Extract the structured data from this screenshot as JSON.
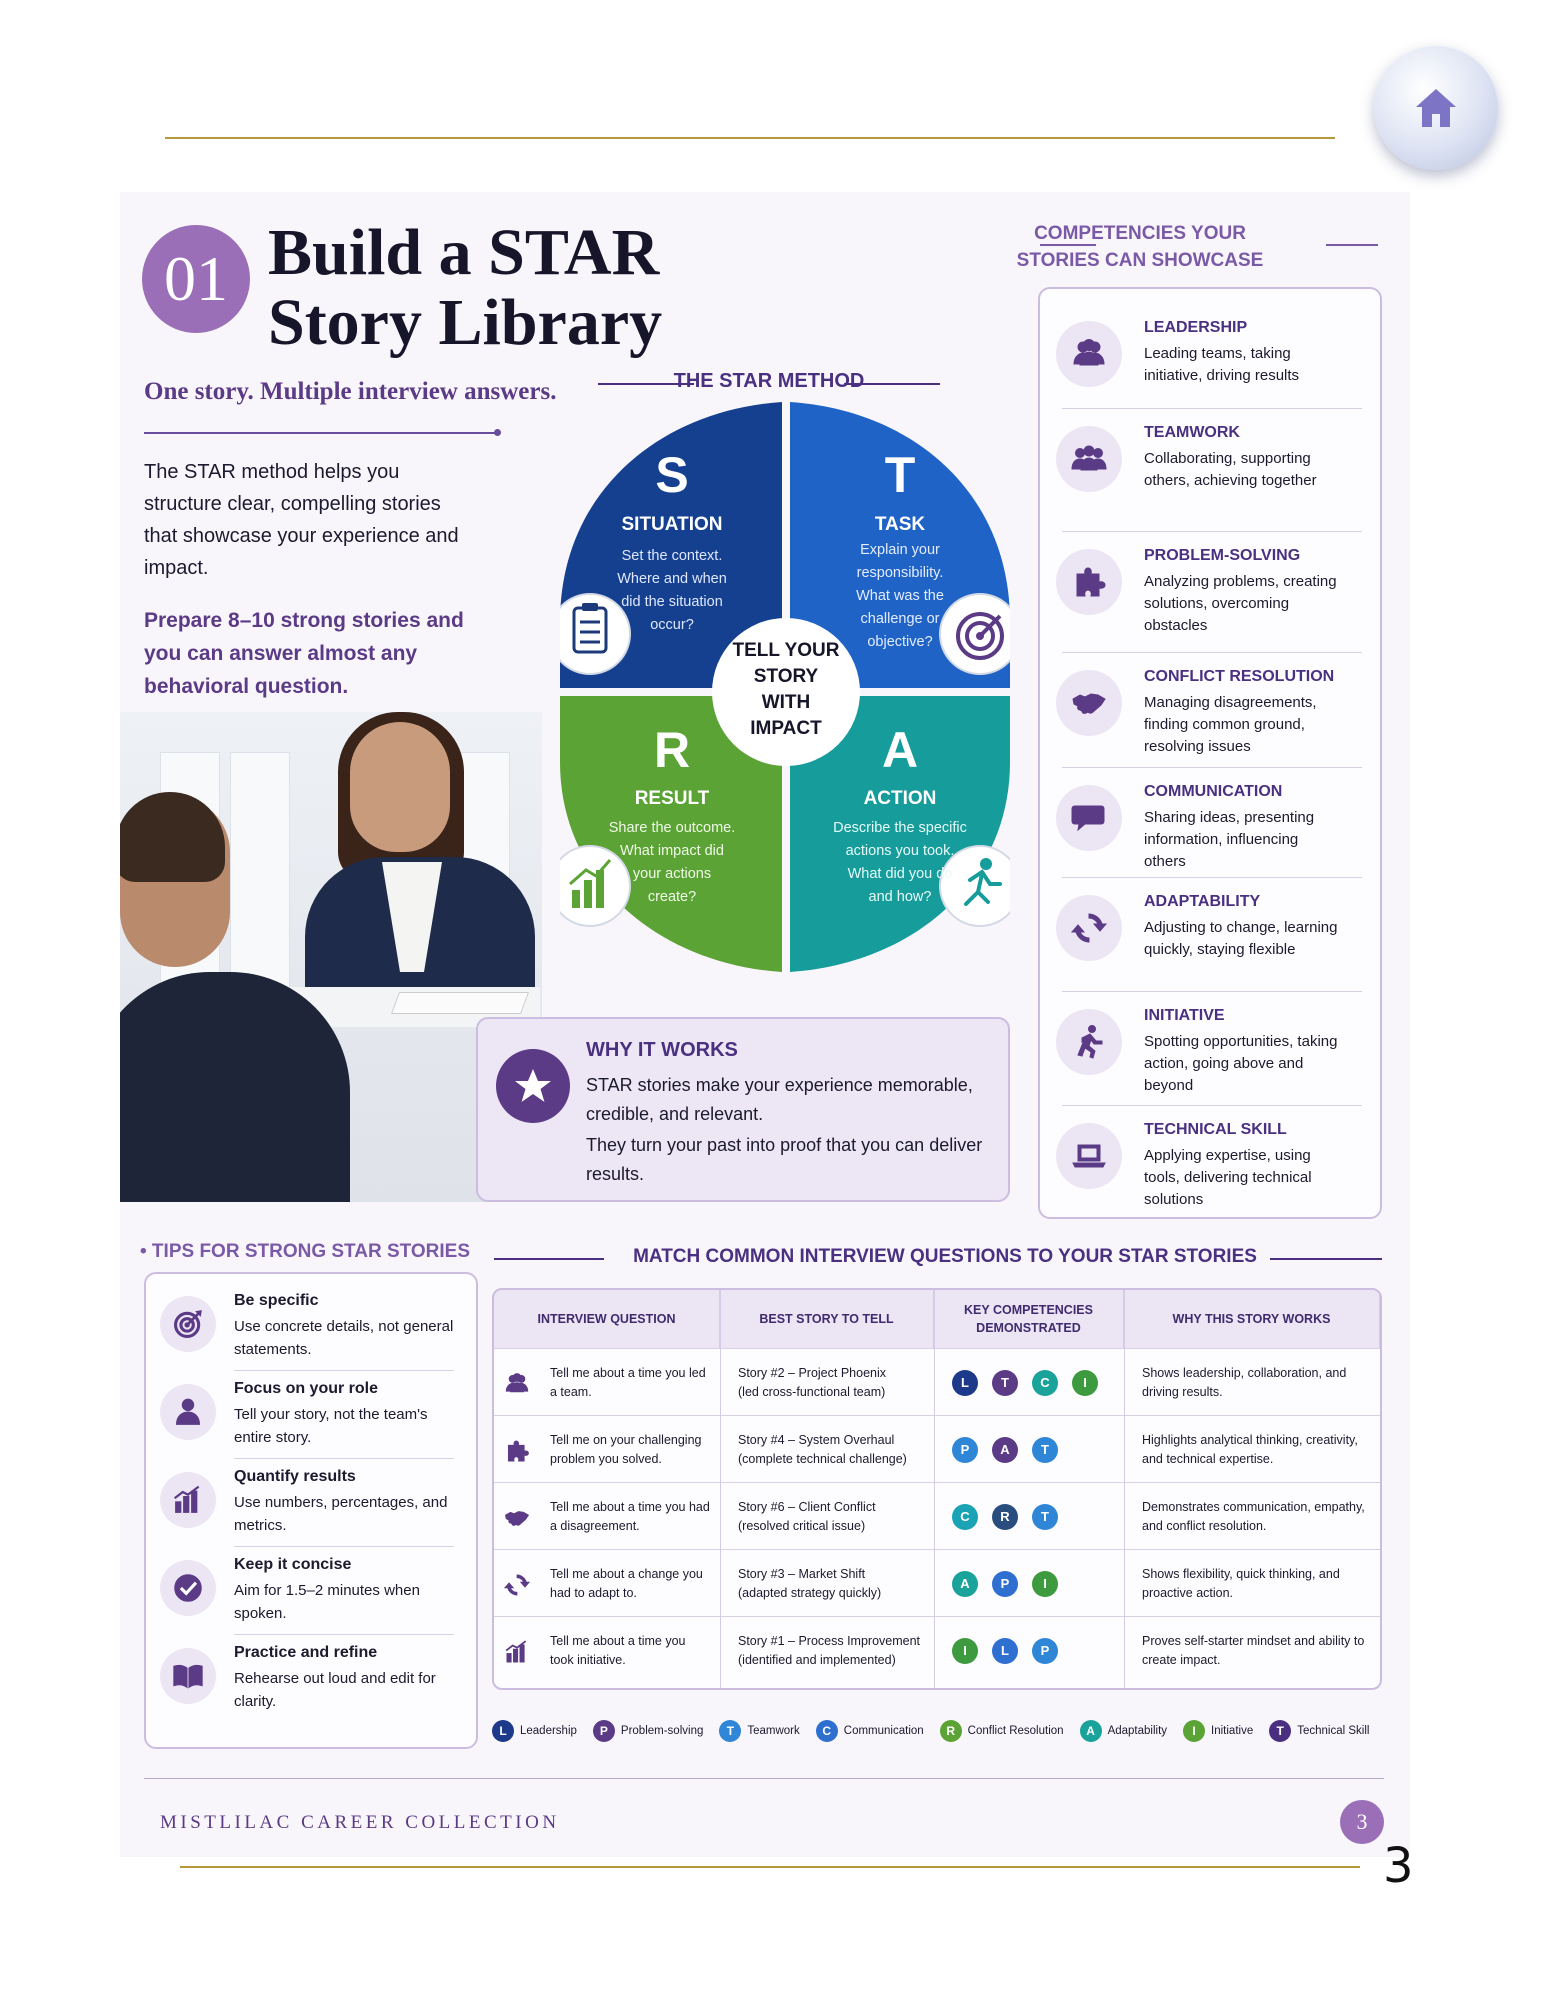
{
  "page": {
    "number_label": "3"
  },
  "header": {
    "number": "01",
    "title_line1": "Build a STAR",
    "title_line2": "Story Library",
    "subtitle": "One story. Multiple interview answers.",
    "intro": "The STAR method helps you structure clear, compelling stories that showcase your experience and impact.",
    "prepare": "Prepare 8–10 strong stories and you can answer almost any behavioral question."
  },
  "star": {
    "label": "THE STAR METHOD",
    "center": [
      "TELL YOUR",
      "STORY",
      "WITH",
      "IMPACT"
    ],
    "quadrants": [
      {
        "letter": "S",
        "name": "SITUATION",
        "lines": [
          "Set the context.",
          "Where and when",
          "did the situation",
          "occur?"
        ],
        "color": "#14408f"
      },
      {
        "letter": "T",
        "name": "TASK",
        "lines": [
          "Explain your",
          "responsibility.",
          "What was the",
          "challenge or",
          "objective?"
        ],
        "color": "#1f63c6"
      },
      {
        "letter": "R",
        "name": "RESULT",
        "lines": [
          "Share the outcome.",
          "What impact did",
          "your actions",
          "create?"
        ],
        "color": "#5aa334"
      },
      {
        "letter": "A",
        "name": "ACTION",
        "lines": [
          "Describe the specific",
          "actions you took.",
          "What did you do",
          "and how?"
        ],
        "color": "#169c9a"
      }
    ]
  },
  "why": {
    "title": "WHY IT WORKS",
    "text1": "STAR stories make your experience memorable, credible, and relevant.",
    "text2": "They turn your past into proof that you can deliver results."
  },
  "competencies": {
    "heading_line1": "COMPETENCIES YOUR",
    "heading_line2": "STORIES CAN SHOWCASE",
    "items": [
      {
        "name": "LEADERSHIP",
        "desc": "Leading teams, taking initiative, driving results",
        "icon": "people-icon"
      },
      {
        "name": "TEAMWORK",
        "desc": "Collaborating, supporting others, achieving together",
        "icon": "team-icon"
      },
      {
        "name": "PROBLEM-SOLVING",
        "desc": "Analyzing problems, creating solutions, overcoming obstacles",
        "icon": "puzzle-icon"
      },
      {
        "name": "CONFLICT RESOLUTION",
        "desc": "Managing disagreements, finding common ground, resolving issues",
        "icon": "handshake-icon"
      },
      {
        "name": "COMMUNICATION",
        "desc": "Sharing ideas, presenting information, influencing others",
        "icon": "chat-icon"
      },
      {
        "name": "ADAPTABILITY",
        "desc": "Adjusting to change, learning quickly, staying flexible",
        "icon": "cycle-icon"
      },
      {
        "name": "INITIATIVE",
        "desc": "Spotting opportunities, taking action, going above and beyond",
        "icon": "runner-icon"
      },
      {
        "name": "TECHNICAL SKILL",
        "desc": "Applying expertise, using tools, delivering technical solutions",
        "icon": "laptop-icon"
      }
    ]
  },
  "tips": {
    "heading": "• TIPS FOR STRONG STAR STORIES",
    "items": [
      {
        "title": "Be specific",
        "text": "Use concrete details, not general statements.",
        "icon": "target-icon"
      },
      {
        "title": "Focus on your role",
        "text": "Tell your story, not the team's entire story.",
        "icon": "person-icon"
      },
      {
        "title": "Quantify results",
        "text": "Use numbers, percentages, and metrics.",
        "icon": "chart-icon"
      },
      {
        "title": "Keep it concise",
        "text": "Aim for 1.5–2 minutes when spoken.",
        "icon": "check-icon"
      },
      {
        "title": "Practice and refine",
        "text": "Rehearse out loud and edit for clarity.",
        "icon": "book-icon"
      }
    ]
  },
  "table": {
    "heading": "MATCH COMMON INTERVIEW QUESTIONS TO YOUR STAR STORIES",
    "headers": [
      "INTERVIEW QUESTION",
      "BEST STORY TO TELL",
      "KEY COMPETENCIES DEMONSTRATED",
      "WHY THIS STORY WORKS"
    ],
    "rows": [
      {
        "icon": "people-icon",
        "question": "Tell me about a time you led a team.",
        "story_title": "Story #2 – Project Phoenix",
        "story_sub": "(led cross-functional team)",
        "comps": [
          "L",
          "T",
          "C",
          "I"
        ],
        "why": "Shows leadership, collaboration, and driving results."
      },
      {
        "icon": "puzzle-icon",
        "question": "Tell me on your challenging problem you solved.",
        "story_title": "Story #4 – System Overhaul",
        "story_sub": "(complete technical challenge)",
        "comps": [
          "P",
          "A",
          "T"
        ],
        "why": "Highlights analytical thinking, creativity, and technical expertise."
      },
      {
        "icon": "handshake-icon",
        "question": "Tell me about a time you had a disagreement.",
        "story_title": "Story #6 – Client Conflict",
        "story_sub": "(resolved critical issue)",
        "comps": [
          "C",
          "R",
          "T"
        ],
        "why": "Demonstrates communication, empathy, and conflict resolution."
      },
      {
        "icon": "cycle-icon",
        "question": "Tell me about a change you had to adapt to.",
        "story_title": "Story #3 – Market Shift",
        "story_sub": "(adapted strategy quickly)",
        "comps": [
          "A",
          "P",
          "I"
        ],
        "why": "Shows flexibility, quick thinking, and proactive action."
      },
      {
        "icon": "chart-icon",
        "question": "Tell me about a time you took initiative.",
        "story_title": "Story #1 – Process Improvement",
        "story_sub": "(identified and implemented)",
        "comps": [
          "I",
          "L",
          "P"
        ],
        "why": "Proves self-starter mindset and ability to create impact."
      }
    ]
  },
  "legend": [
    {
      "letter": "L",
      "label": "Leadership",
      "color": "#1d3a8a"
    },
    {
      "letter": "P",
      "label": "Problem-solving",
      "color": "#5b3a86"
    },
    {
      "letter": "T",
      "label": "Teamwork",
      "color": "#2f86d6"
    },
    {
      "letter": "C",
      "label": "Communication",
      "color": "#2e6fd0"
    },
    {
      "letter": "R",
      "label": "Conflict Resolution",
      "color": "#5aa334"
    },
    {
      "letter": "A",
      "label": "Adaptability",
      "color": "#1aa39a"
    },
    {
      "letter": "I",
      "label": "Initiative",
      "color": "#5aa334"
    },
    {
      "letter": "T",
      "label": "Technical Skill",
      "color": "#4a2f80"
    }
  ],
  "comp_colors": {
    "L": "#1d3a8a",
    "T": "#6a4c9c",
    "C": "#1aa3b5",
    "I": "#3e9a3e",
    "P": "#2f86d6",
    "A": "#5b3a86",
    "R": "#2a4d80"
  },
  "row_comp_colors": [
    [
      "#1d3a8a",
      "#5b3a86",
      "#1aa39a",
      "#3e9a3e"
    ],
    [
      "#2f86d6",
      "#5b3a86",
      "#2f86d6"
    ],
    [
      "#1aa3b5",
      "#2a4d80",
      "#2f86d6"
    ],
    [
      "#1aa39a",
      "#2e6fd0",
      "#3e9a3e"
    ],
    [
      "#3e9a3e",
      "#2e6fd0",
      "#2f86d6"
    ]
  ],
  "footer": {
    "brand": "MISTLILAC CAREER COLLECTION",
    "page": "3"
  }
}
